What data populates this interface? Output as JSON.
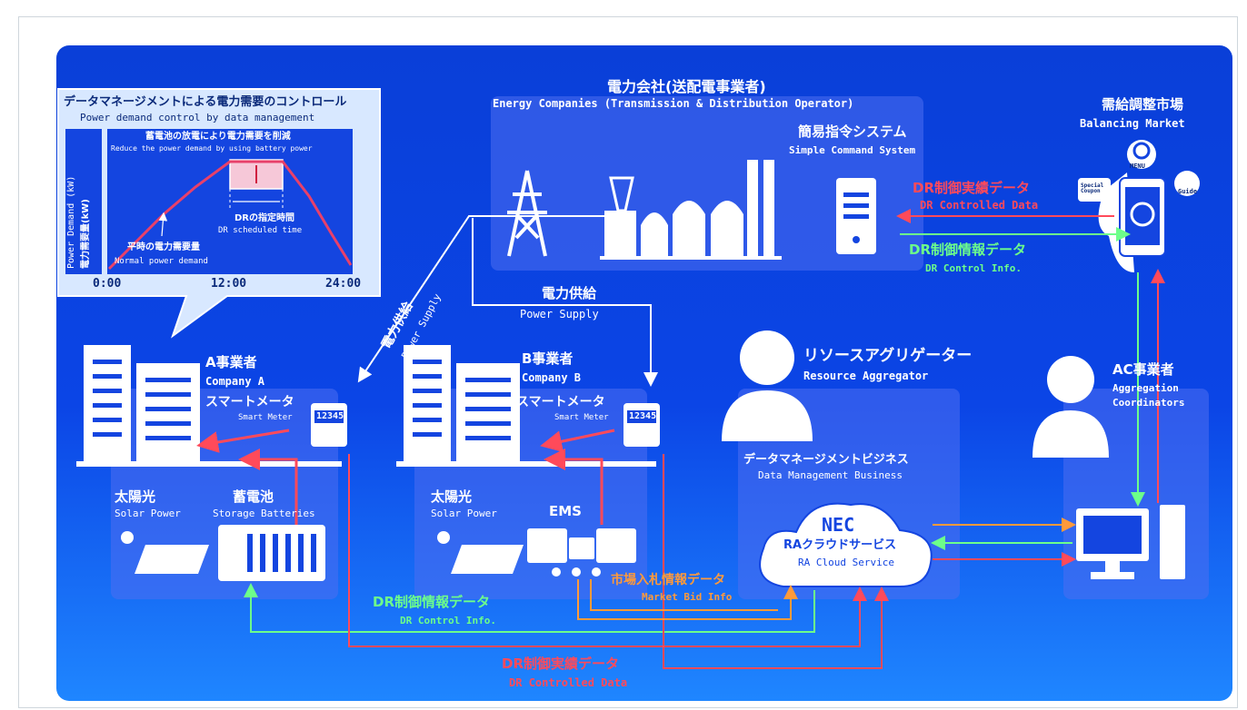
{
  "chart_box": {
    "title_jp": "データマネージメントによる電力需要のコントロール",
    "title_en": "Power demand control by data management",
    "ylabel_en": "Power Demand (kW)",
    "ylabel_jp": "電力需要量(kW)",
    "note_jp": "蓄電池の放電により電力需要を削減",
    "note_en": "Reduce the power demand by using battery power",
    "dr_time_jp": "DRの指定時間",
    "dr_time_en": "DR scheduled time",
    "normal_jp": "平時の電力需要量",
    "normal_en": "Normal power demand",
    "x_ticks": [
      "0:00",
      "12:00",
      "24:00"
    ]
  },
  "energy_company": {
    "title_jp": "電力会社(送配電事業者)",
    "title_en": "Energy Companies (Transmission & Distribution Operator)",
    "sys_jp": "簡易指令システム",
    "sys_en": "Simple Command System"
  },
  "market": {
    "title_jp": "需給調整市場",
    "title_en": "Balancing Market",
    "icons": {
      "menu": "MENU",
      "special": "Special Coupon",
      "guide": "Guide"
    }
  },
  "flows": {
    "dr_ctrl_data_jp": "DR制御実績データ",
    "dr_ctrl_data_en": "DR Controlled Data",
    "dr_ctrl_info_jp": "DR制御情報データ",
    "dr_ctrl_info_en": "DR Control Info.",
    "power_supply_jp": "電力供給",
    "power_supply_en": "Power Supply",
    "bid_jp": "市場入札情報データ",
    "bid_en": "Market Bid Info"
  },
  "company_a": {
    "title_jp": "A事業者",
    "title_en": "Company A",
    "meter_jp": "スマートメータ",
    "meter_en": "Smart Meter",
    "meter_value": "12345",
    "solar_jp": "太陽光",
    "solar_en": "Solar Power",
    "battery_jp": "蓄電池",
    "battery_en": "Storage Batteries"
  },
  "company_b": {
    "title_jp": "B事業者",
    "title_en": "Company B",
    "meter_jp": "スマートメータ",
    "meter_en": "Smart Meter",
    "meter_value": "12345",
    "solar_jp": "太陽光",
    "solar_en": "Solar Power",
    "ems": "EMS"
  },
  "aggregator": {
    "title_jp": "リソースアグリゲーター",
    "title_en": "Resource Aggregator",
    "biz_jp": "データマネージメントビジネス",
    "biz_en": "Data Management Business",
    "cloud_brand": "NEC",
    "cloud_jp": "RAクラウドサービス",
    "cloud_en": "RA Cloud Service"
  },
  "ac": {
    "title_jp": "AC事業者",
    "title_en1": "Aggregation",
    "title_en2": "Coordinators"
  },
  "colors": {
    "red": "#ff4a5a",
    "green": "#6dff8a",
    "orange": "#ff9a3a",
    "background": "#0b45e6"
  }
}
